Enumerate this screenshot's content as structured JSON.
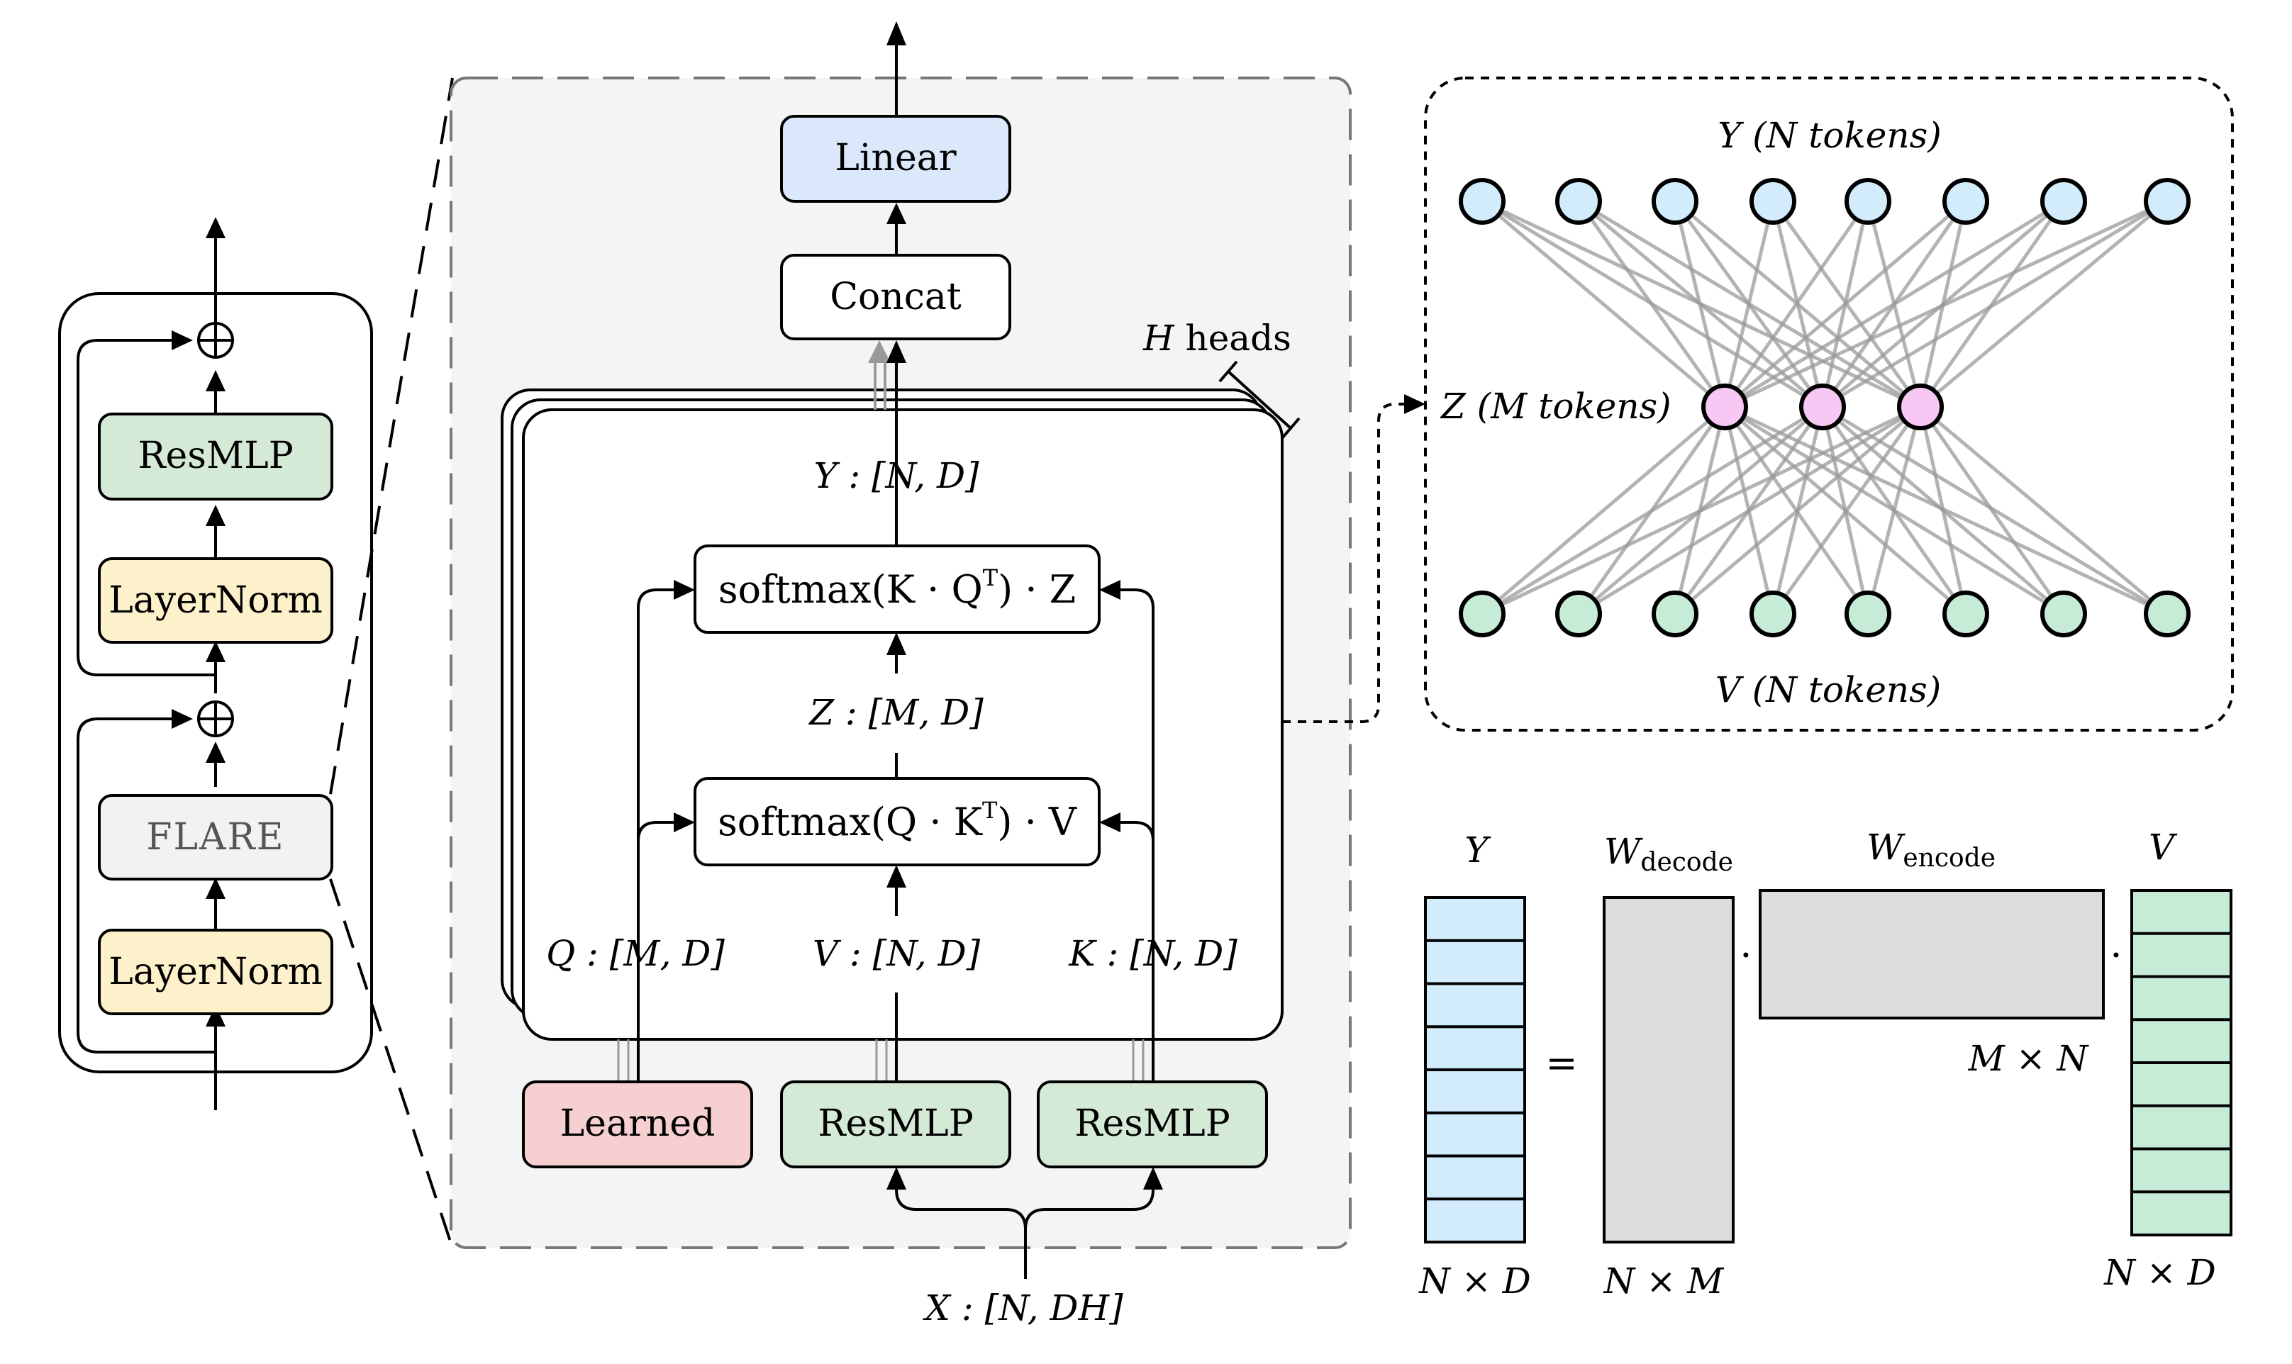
{
  "left_block": {
    "resmlp": "ResMLP",
    "layernorm_top": "LayerNorm",
    "flare": "FLARE",
    "layernorm_bottom": "LayerNorm",
    "plus": "⊕"
  },
  "middle_block": {
    "linear": "Linear",
    "concat": "Concat",
    "heads_var": "H",
    "heads_word": " heads",
    "y_label": "Y : [N, D]",
    "z_label": "Z : [M, D]",
    "decode_op": "softmax(K · Q",
    "decode_sup": "T",
    "decode_tail": ") · Z",
    "encode_op": "softmax(Q · K",
    "encode_sup": "T",
    "encode_tail": ") · V",
    "q_label": "Q : [M, D]",
    "v_label": "V : [N, D]",
    "k_label": "K : [N, D]",
    "learned": "Learned",
    "resmlp_v": "ResMLP",
    "resmlp_k": "ResMLP",
    "x_label": "X : [N, DH]"
  },
  "graph_panel": {
    "y_tokens": "Y (N tokens)",
    "z_tokens": "Z (M tokens)",
    "v_tokens": "V (N tokens)",
    "y_node_color": "#d3ecfb",
    "z_node_color": "#f7c8f3",
    "v_node_color": "#c6ecd8"
  },
  "matrix_panel": {
    "y_title": "Y",
    "w_decode_main": "W",
    "w_decode_sub": "decode",
    "w_encode_main": "W",
    "w_encode_sub": "encode",
    "v_title": "V",
    "equals": "=",
    "dot": "·",
    "y_dim": "N × D",
    "decode_dim": "N × M",
    "encode_dim": "M × N",
    "v_dim": "N × D"
  },
  "colors": {
    "linear": "#dbe8fb",
    "resmlp": "#d5ead6",
    "layernorm": "#fdf1cc",
    "flare": "#f2f2f2",
    "learned": "#f6cfd0",
    "panel_bg": "#f4f4f4",
    "matrix_y": "#d3ecfb",
    "matrix_v": "#c6ecd8",
    "matrix_w": "#dcdcdc"
  }
}
